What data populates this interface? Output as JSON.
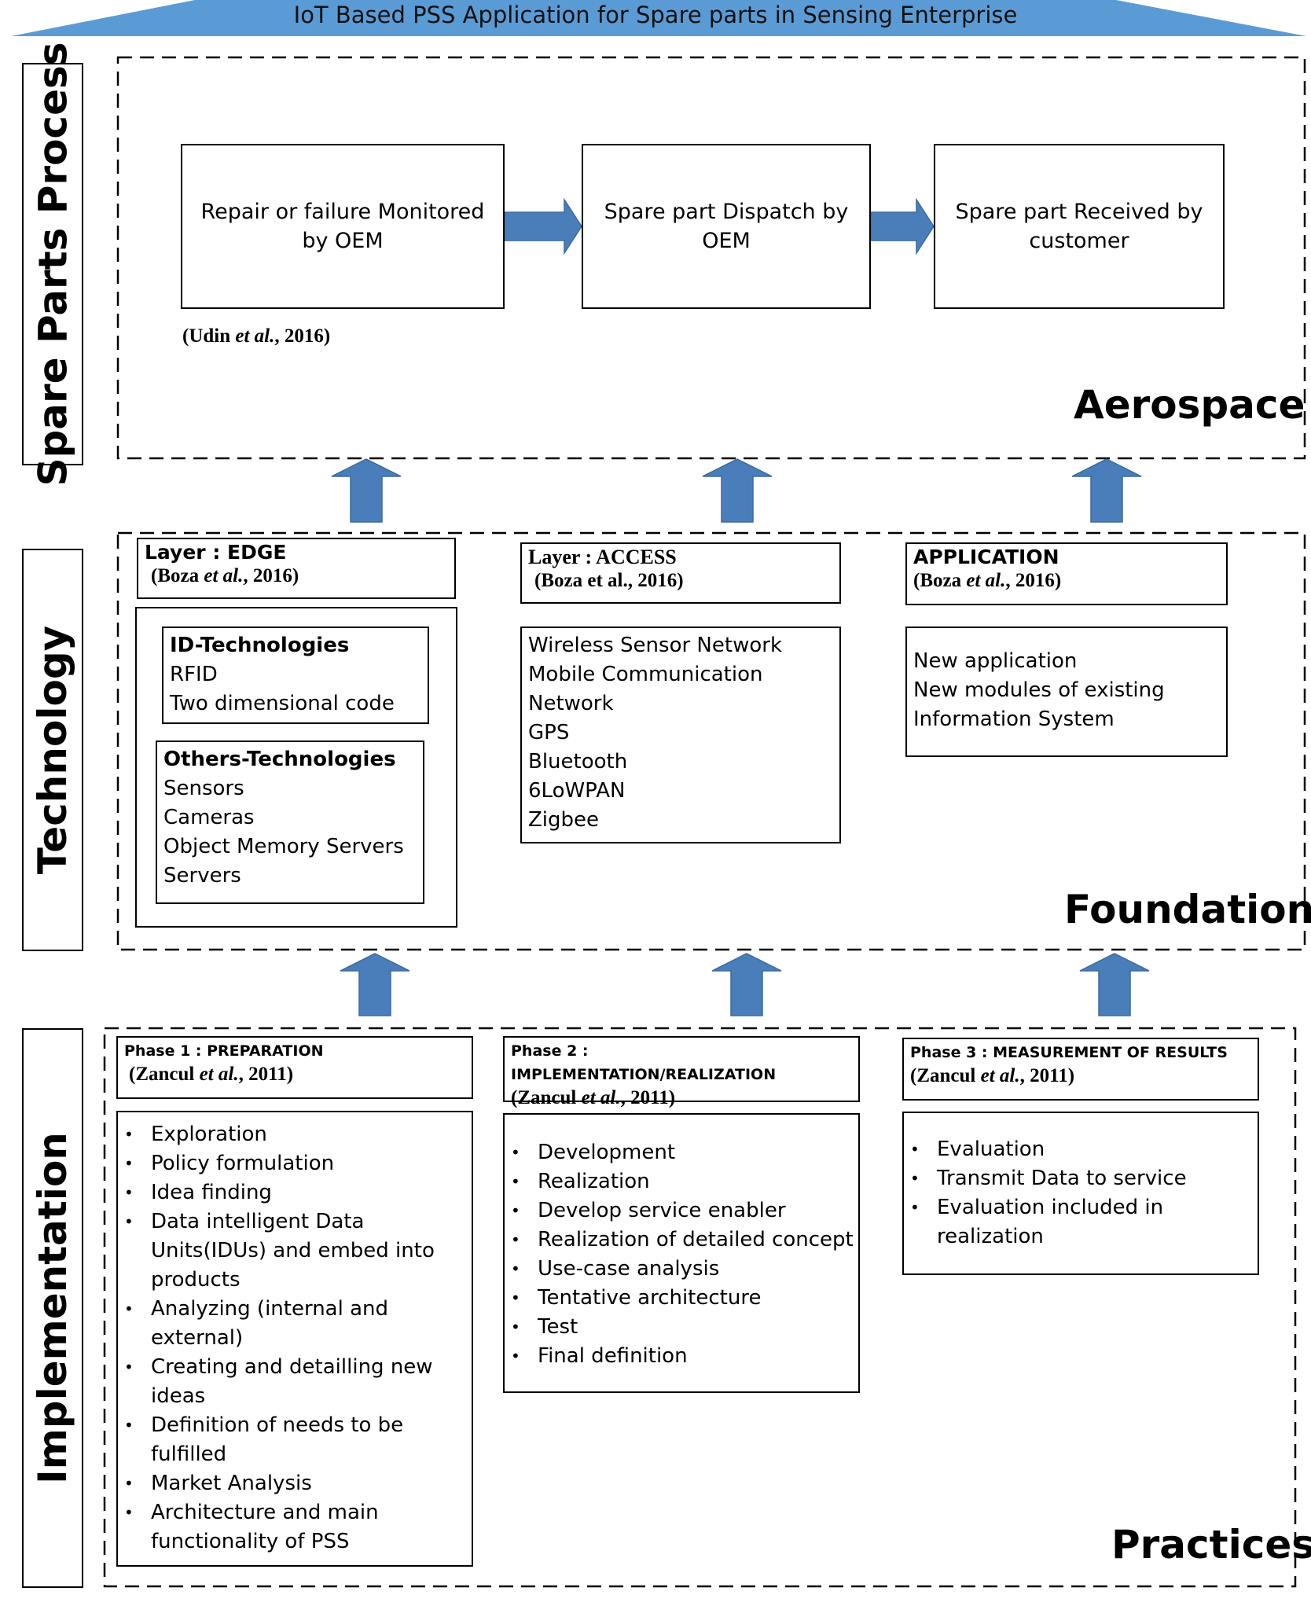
{
  "banner": {
    "title": "IoT Based PSS Application for Spare parts in Sensing Enterprise",
    "color": "#5B9BD5"
  },
  "colors": {
    "arrow": "#4A7EBB",
    "arrow_border": "#3A6A9E"
  },
  "side_labels": [
    "Spare Parts Process",
    "Technology",
    "Implementation"
  ],
  "aerospace": {
    "word": "Aerospace",
    "steps": [
      "Repair or failure Monitored by OEM",
      "Spare part Dispatch by OEM",
      "Spare part Received by customer"
    ],
    "citation": {
      "pre": "(Udin ",
      "em": "et al.",
      "post": ", 2016)"
    }
  },
  "foundation": {
    "word": "Foundation",
    "edge": {
      "title": "Layer : EDGE",
      "citation": {
        "pre": "(Boza ",
        "em": "et al.",
        "post": ", 2016)"
      },
      "id_tech": {
        "head": "ID-Technologies",
        "items": [
          "RFID",
          "Two dimensional code"
        ]
      },
      "other_tech": {
        "head": "Others-Technologies",
        "items": [
          "Sensors",
          "Cameras",
          "Object Memory Servers",
          "Servers"
        ]
      }
    },
    "access": {
      "title": "Layer : ACCESS",
      "citation": "(Boza et al., 2016)",
      "items": [
        "Wireless Sensor Network",
        "Mobile Communication",
        "Network",
        "GPS",
        "Bluetooth",
        "6LoWPAN",
        "Zigbee"
      ]
    },
    "application": {
      "title": "APPLICATION",
      "citation": {
        "pre": "(Boza ",
        "em": "et al.",
        "post": ", 2016)"
      },
      "items": [
        "New application",
        "New modules of existing",
        "Information System"
      ]
    }
  },
  "practices": {
    "word": "Practices",
    "phase1": {
      "title": "Phase 1 : PREPARATION",
      "citation": {
        "pre": "(Zancul ",
        "em": "et al.",
        "post": ", 2011)"
      },
      "items": [
        "Exploration",
        "Policy formulation",
        "Idea finding",
        "Data intelligent Data Units(IDUs) and embed into products",
        "Analyzing (internal and external)",
        "Creating and detailling new ideas",
        "Definition of needs to be fulfilled",
        "Market Analysis",
        "Architecture and main functionality of PSS"
      ]
    },
    "phase2": {
      "title": "Phase 2 : IMPLEMENTATION/REALIZATION",
      "citation": {
        "pre": "(Zancul ",
        "em": "et al.",
        "post": ", 2011)"
      },
      "items": [
        "Development",
        "Realization",
        "Develop service enabler",
        "Realization of detailed concept",
        "Use-case analysis",
        "Tentative architecture",
        "Test",
        "Final definition"
      ]
    },
    "phase3": {
      "title": "Phase 3 : MEASUREMENT OF RESULTS",
      "citation": {
        "pre": "(Zancul ",
        "em": "et al.",
        "post": ", 2011)"
      },
      "items": [
        "Evaluation",
        "Transmit Data to service",
        "Evaluation included in realization"
      ]
    }
  }
}
